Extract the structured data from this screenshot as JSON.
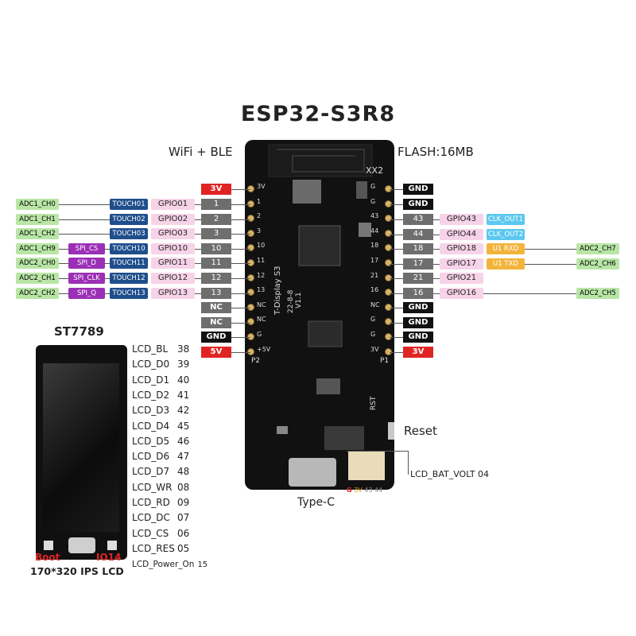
{
  "title": "ESP32-S3R8",
  "wifi": "WiFi + BLE",
  "flash": "FLASH:16MB",
  "left_pins": [
    {
      "adc": "ADC1_CH0",
      "spi": "",
      "touch": "TOUCH01",
      "gpio": "GPIO01",
      "num": "1"
    },
    {
      "adc": "ADC1_CH1",
      "spi": "",
      "touch": "TOUCH02",
      "gpio": "GPIO02",
      "num": "2"
    },
    {
      "adc": "ADC1_CH2",
      "spi": "",
      "touch": "TOUCH03",
      "gpio": "GPIO03",
      "num": "3"
    },
    {
      "adc": "ADC1_CH9",
      "spi": "SPI_CS",
      "touch": "TOUCH10",
      "gpio": "GPIO10",
      "num": "10"
    },
    {
      "adc": "ADC2_CH0",
      "spi": "SPI_D",
      "touch": "TOUCH11",
      "gpio": "GPIO11",
      "num": "11"
    },
    {
      "adc": "ADC2_CH1",
      "spi": "SPI_CLK",
      "touch": "TOUCH12",
      "gpio": "GPIO12",
      "num": "12"
    },
    {
      "adc": "ADC2_CH2",
      "spi": "SPI_Q",
      "touch": "TOUCH13",
      "gpio": "GPIO13",
      "num": "13"
    }
  ],
  "left_top": "3V",
  "left_extra": [
    "NC",
    "NC",
    "GND",
    "5V"
  ],
  "right_top": [
    "GND",
    "GND"
  ],
  "right_pins": [
    {
      "num": "43",
      "gpio": "GPIO43",
      "func": "CLK_OUT1",
      "adc": ""
    },
    {
      "num": "44",
      "gpio": "GPIO44",
      "func": "CLK_OUT2",
      "adc": ""
    },
    {
      "num": "18",
      "gpio": "GPIO18",
      "func": "U1 RXD",
      "adc": "ADC2_CH7"
    },
    {
      "num": "17",
      "gpio": "GPIO17",
      "func": "U1 TXD",
      "adc": "ADC2_CH6"
    },
    {
      "num": "21",
      "gpio": "GPIO21",
      "func": "",
      "adc": ""
    },
    {
      "num": "16",
      "gpio": "GPIO16",
      "func": "",
      "adc": "ADC2_CH5"
    }
  ],
  "right_extra": [
    "GND",
    "GND",
    "GND",
    "3V"
  ],
  "board_text": {
    "xx": "XX2",
    "model": "T-Display S3",
    "date": "22-8-8",
    "ver": "V1.1",
    "p1": "P1",
    "p2": "P2",
    "rst": "RST",
    "left_silk": [
      "3V",
      "1",
      "2",
      "3",
      "10",
      "11",
      "12",
      "13",
      "NC",
      "NC",
      "G",
      "+5V"
    ],
    "right_silk": [
      "G",
      "G",
      "43",
      "44",
      "18",
      "17",
      "21",
      "16",
      "NC",
      "G",
      "G",
      "3V"
    ]
  },
  "lcd_title": "ST7789",
  "lcd_pins": [
    {
      "name": "LCD_BL",
      "num": "38"
    },
    {
      "name": "LCD_D0",
      "num": "39"
    },
    {
      "name": "LCD_D1",
      "num": "40"
    },
    {
      "name": "LCD_D2",
      "num": "41"
    },
    {
      "name": "LCD_D3",
      "num": "42"
    },
    {
      "name": "LCD_D4",
      "num": "45"
    },
    {
      "name": "LCD_D5",
      "num": "46"
    },
    {
      "name": "LCD_D6",
      "num": "47"
    },
    {
      "name": "LCD_D7",
      "num": "48"
    },
    {
      "name": "LCD_WR",
      "num": "08"
    },
    {
      "name": "LCD_RD",
      "num": "09"
    },
    {
      "name": "LCD_DC",
      "num": "07"
    },
    {
      "name": "LCD_CS",
      "num": "06"
    },
    {
      "name": "LCD_RES",
      "num": "05"
    },
    {
      "name": "LCD_Power_On",
      "num": "15"
    }
  ],
  "boot": "Boot",
  "io14": "IO14",
  "lcd_spec": "170*320 IPS LCD",
  "reset": "Reset",
  "type_c": "Type-C",
  "bat": "LCD_BAT_VOLT  04",
  "conn": {
    "g": "G",
    "v": "3V",
    "a": "43",
    "b": "44"
  },
  "colors": {
    "red": "#e02424",
    "gray": "#6e6e6e",
    "pink": "#f6d3e8",
    "darkblue": "#1f4e8c",
    "purple": "#9b2fb5",
    "green": "#b9e6a6",
    "cyan": "#5bc8ef",
    "orange": "#f3b43c",
    "black": "#111111"
  }
}
